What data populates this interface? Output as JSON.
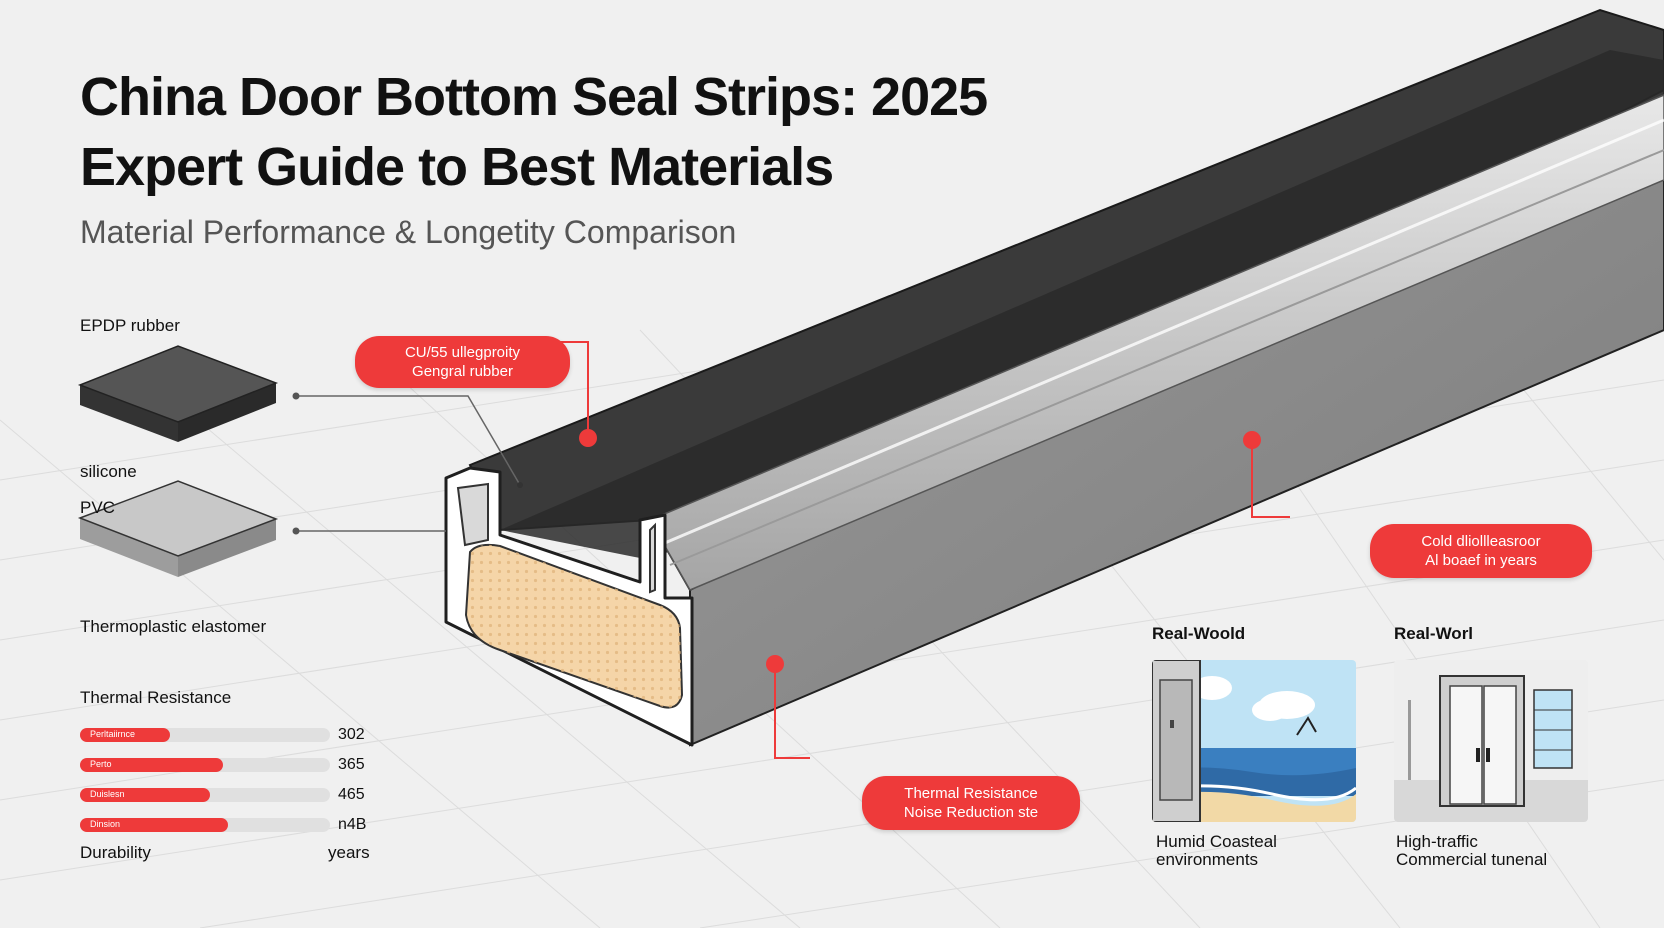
{
  "header": {
    "title_line1": "China Door Bottom Seal Strips: 2025",
    "title_line2": "Expert Guide to Best Materials",
    "subtitle": "Material Performance & Longetity Comparison"
  },
  "materials": {
    "epdm_label": "EPDP rubber",
    "silicone_label": "silicone",
    "pvc_label": "PVC",
    "tpe_label": "Thermoplastic elastomer"
  },
  "callouts": {
    "top": [
      "CU/55 ullegproity",
      "Gengral rubber"
    ],
    "right": [
      "Cold dliollleasroor",
      "Al boaef in years"
    ],
    "bottom": [
      "Thermal Resistance",
      "Noise Reduction ste"
    ]
  },
  "thermal": {
    "heading": "Thermal Resistance",
    "bars": [
      {
        "label": "Perltaiirnce",
        "fill": 0.36,
        "value": "302"
      },
      {
        "label": "Perto",
        "fill": 0.57,
        "value": "365"
      },
      {
        "label": "Duislesn",
        "fill": 0.52,
        "value": "465"
      },
      {
        "label": "Dinsion",
        "fill": 0.59,
        "value": "n4B"
      }
    ],
    "footer_left": "Durability",
    "footer_right": "years"
  },
  "real_world": [
    {
      "heading": "Real-Woold",
      "caption_line1": "Humid Coasteal",
      "caption_line2": "environments"
    },
    {
      "heading": "Real-Worl",
      "caption_line1": "High-traffic",
      "caption_line2": "Commercial tunenal"
    }
  ],
  "colors": {
    "accent": "#ee3a3a",
    "profile_dark": "#3d3d3d",
    "profile_gray": "#8a8a8a",
    "foam": "#f5d5a8",
    "sea": "#3a7fc0",
    "sky": "#bfe3f5"
  }
}
